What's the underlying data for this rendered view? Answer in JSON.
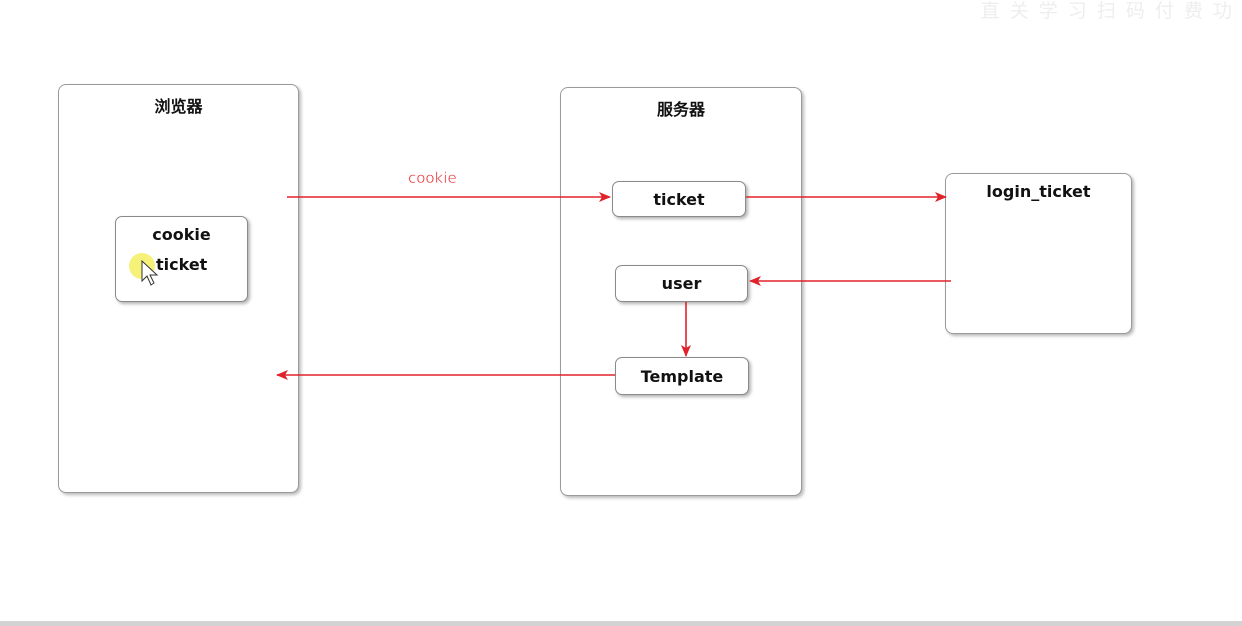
{
  "diagram": {
    "containers": {
      "browser": {
        "title": "浏览器"
      },
      "server": {
        "title": "服务器"
      },
      "login_ticket": {
        "title": "login_ticket"
      }
    },
    "cookie_store": {
      "title": "cookie",
      "item": "ticket"
    },
    "nodes": {
      "ticket": "ticket",
      "user": "user",
      "template": "Template"
    },
    "edge_labels": {
      "cookie": "cookie"
    },
    "edges": [
      {
        "from": "browser",
        "to": "ticket",
        "label": "cookie"
      },
      {
        "from": "ticket",
        "to": "login_ticket",
        "label": ""
      },
      {
        "from": "login_ticket",
        "to": "user",
        "label": ""
      },
      {
        "from": "user",
        "to": "template",
        "label": ""
      },
      {
        "from": "template",
        "to": "browser",
        "label": ""
      }
    ],
    "colors": {
      "arrow": "#e0232b",
      "edge_label": "#e8383d",
      "cursor_highlight": "#f4f06a"
    },
    "watermark": "直  关  学  习  扫  码  付  费  功"
  }
}
